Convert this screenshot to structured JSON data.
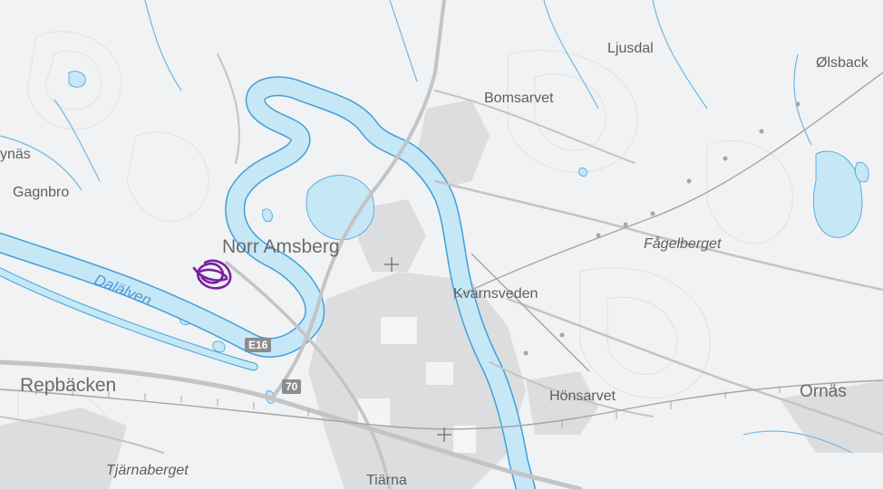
{
  "map": {
    "colors": {
      "land": "#f1f2f3",
      "urban": "#dcdddf",
      "water": "#c6e7f6",
      "water_stroke": "#3fa0dc",
      "road": "#c3c4c6",
      "rail": "#a4a5a7",
      "contour": "#e2e3e5",
      "annotation": "#7a1fa2",
      "text": "#5e5f61"
    },
    "places": {
      "norr_amsberg": "Norr Amsberg",
      "repbacken": "Repbäcken",
      "ornas": "Ornäs",
      "ljusdal": "Ljusdal",
      "bomsarvet": "Bomsarvet",
      "kvarnsveden": "Kvarnsveden",
      "fagelberget": "Fågelberget",
      "honsarvet": "Hönsarvet",
      "gagnbro": "Gagnbro",
      "nas": "ynäs",
      "olsback": "Ølsback",
      "tjarnaberget": "Tjärnaberget",
      "tiarna": "Tiärna"
    },
    "waters": {
      "dalalven": "Dalälven"
    },
    "roads": {
      "e16": "E16",
      "r70": "70"
    },
    "icons": {
      "church_north": "church-icon",
      "church_south": "church-icon",
      "annotation": "scribble-annotation"
    }
  }
}
